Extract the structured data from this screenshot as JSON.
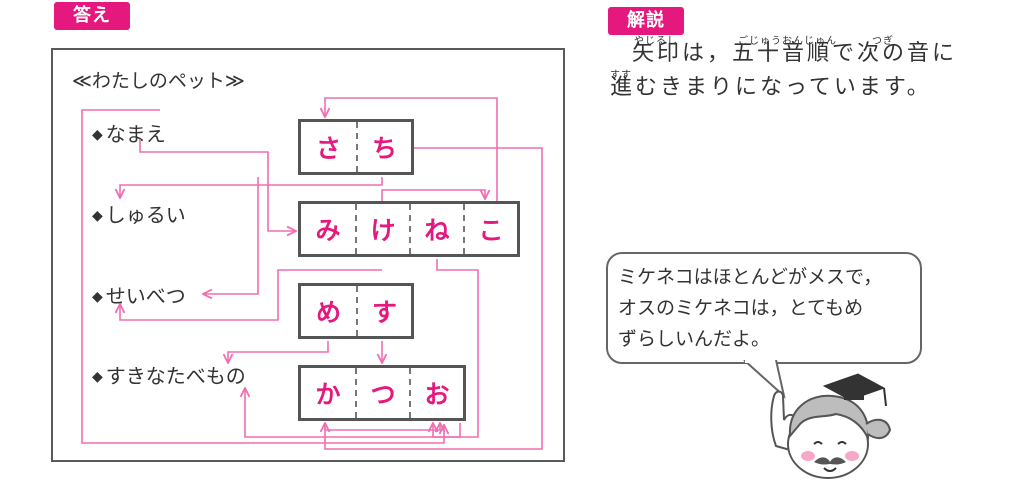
{
  "answer_label": "答え",
  "explanation_label": "解説",
  "puzzle": {
    "title": "≪わたしのペット≫",
    "categories": [
      "なまえ",
      "しゅるい",
      "せいべつ",
      "すきなたべもの"
    ],
    "bullet": "◆",
    "rows": [
      [
        "さ",
        "ち"
      ],
      [
        "み",
        "け",
        "ね",
        "こ"
      ],
      [
        "め",
        "す"
      ],
      [
        "か",
        "つ",
        "お"
      ]
    ]
  },
  "explanation": {
    "line1": "矢印は，五十音順で次の音に",
    "line2": "進むきまりになっています。",
    "ruby": {
      "yajirushi": "やじるし",
      "gojuuonjun": "ごじゅうおんじゅん",
      "tsugi": "つぎ",
      "susu": "すす"
    }
  },
  "speech_bubble": {
    "line1": "ミケネコはほとんどがメスで，",
    "line2": "オスのミケネコは，とてもめ",
    "line3": "ずらしいんだよ。"
  },
  "colors": {
    "accent": "#e5197d",
    "arrow": "#f06eb0",
    "border": "#555555",
    "text": "#333333"
  }
}
